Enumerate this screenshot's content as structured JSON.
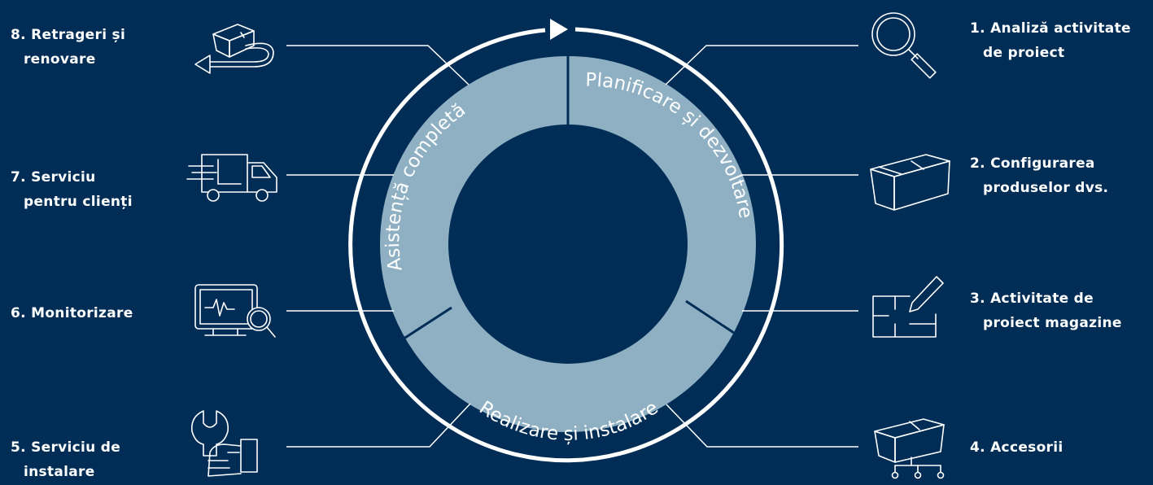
{
  "colors": {
    "background": "#002d56",
    "ring_fill": "#8fb0c3",
    "line": "#ffffff"
  },
  "phases": [
    {
      "text": "Planificare și dezvoltare"
    },
    {
      "text": "Realizare și instalare"
    },
    {
      "text": "Asistență completă"
    }
  ],
  "steps": [
    {
      "line1": "1. Analiză activitate",
      "line2": "de proiect",
      "icon": "magnifier-icon"
    },
    {
      "line1": "2. Configurarea",
      "line2": "produselor dvs.",
      "icon": "product-box-icon"
    },
    {
      "line1": "3. Activitate de",
      "line2": "proiect magazine",
      "icon": "floorplan-pencil-icon"
    },
    {
      "line1": "4. Accesorii",
      "line2": "",
      "icon": "box-accessories-icon"
    },
    {
      "line1": "5. Serviciu de",
      "line2": "instalare",
      "icon": "hand-wrench-icon"
    },
    {
      "line1": "6. Monitorizare",
      "line2": "",
      "icon": "monitor-magnifier-icon"
    },
    {
      "line1": "7. Serviciu",
      "line2": "pentru clienți",
      "icon": "delivery-truck-icon"
    },
    {
      "line1": "8. Retrageri și",
      "line2": "renovare",
      "icon": "box-return-icon"
    }
  ]
}
